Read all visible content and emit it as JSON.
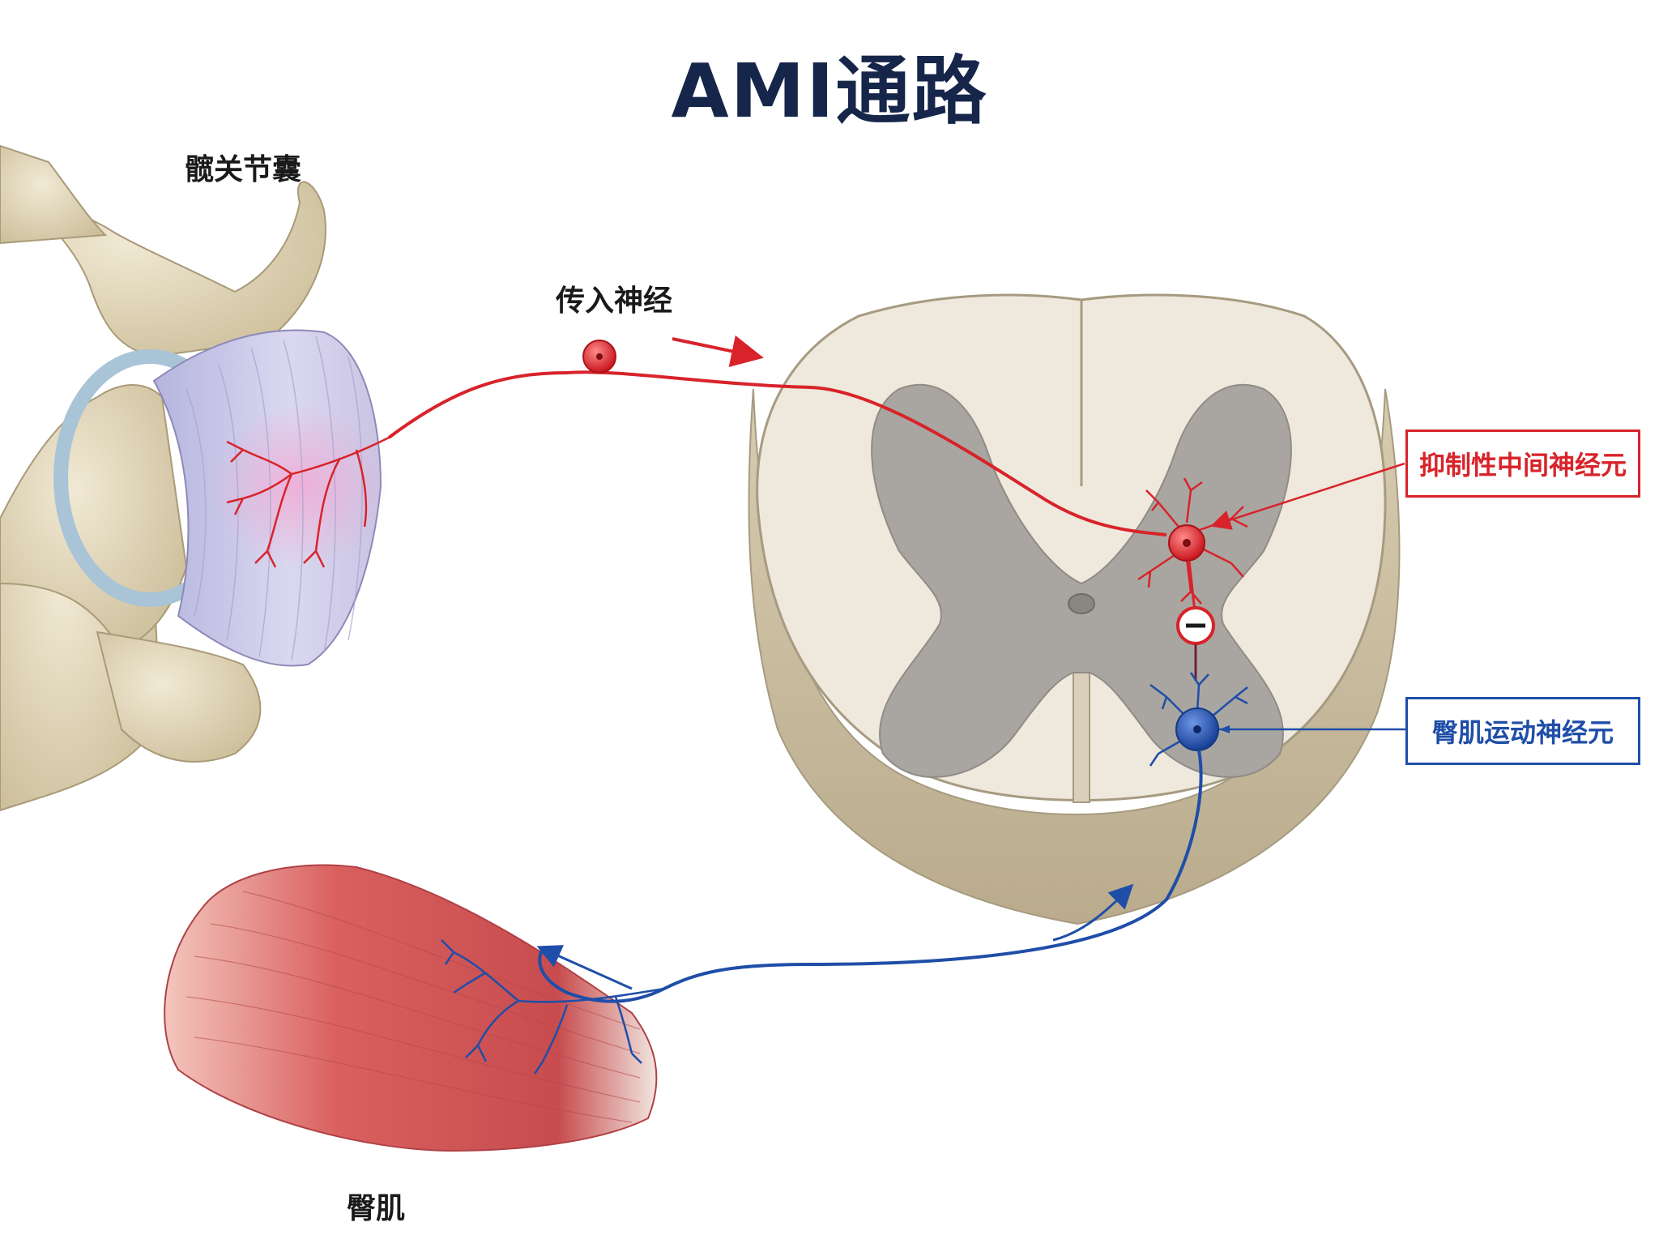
{
  "title": "AMI通路",
  "labels": {
    "hip_capsule": "髋关节囊",
    "afferent_nerve": "传入神经",
    "inhibitory_interneuron": "抑制性中间神经元",
    "glute_motor_neuron": "臀肌运动神经元",
    "gluteal_muscle": "臀肌"
  },
  "colors": {
    "afferent": "#d8232a",
    "efferent": "#1f4ea8",
    "title": "#16264a",
    "bone": "#e6dcc2",
    "capsule": "#c8c6e6",
    "white_matter": "#efe8dc",
    "gray_matter": "#a9a6a1",
    "muscle": "#d9605f"
  },
  "icons": {
    "inhibition": "minus-sign-icon",
    "direction": "arrow-icon"
  }
}
